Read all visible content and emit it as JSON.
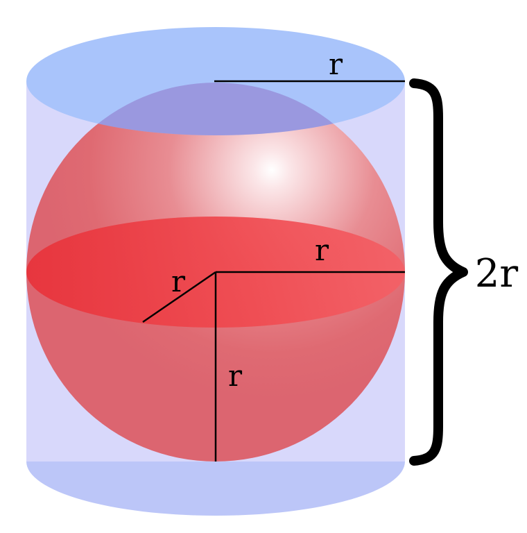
{
  "labels": {
    "top_radius": "r",
    "equator_radius": "r",
    "depth_radius": "r",
    "vertical_radius": "r",
    "height": "2r"
  },
  "colors": {
    "cylinder_cap_top": "#a9c4fb",
    "cylinder_body": "#d8d8fb",
    "cylinder_cap_bottom": "#bfc8f8",
    "sphere": "#e05a64",
    "equator_disc": "#ee3b42",
    "lines": "#000000"
  }
}
